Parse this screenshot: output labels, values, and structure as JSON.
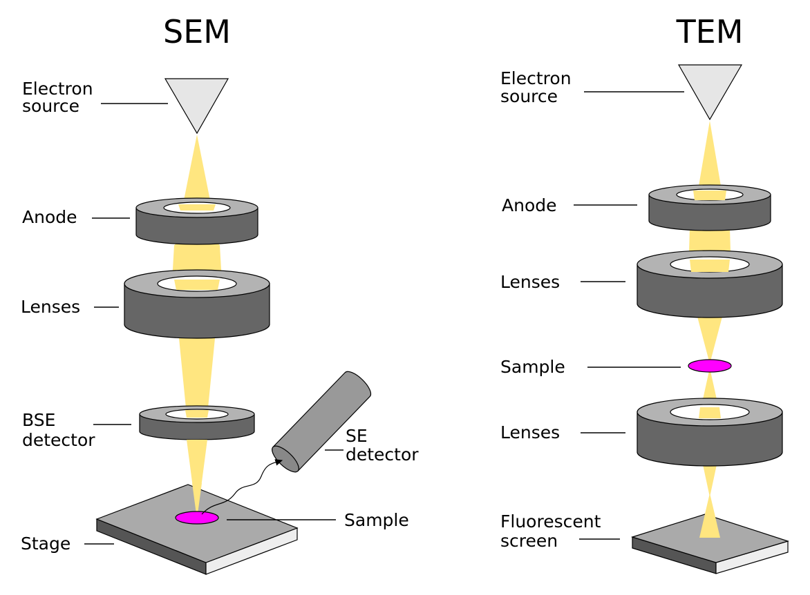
{
  "sem": {
    "title": "SEM",
    "electron_source": [
      "Electron",
      "source"
    ],
    "anode": "Anode",
    "lenses": "Lenses",
    "bse_detector": [
      "BSE",
      "detector"
    ],
    "stage": "Stage",
    "sample": "Sample",
    "se_detector": [
      "SE",
      "detector"
    ]
  },
  "tem": {
    "title": "TEM",
    "electron_source": [
      "Electron",
      "source"
    ],
    "anode": "Anode",
    "lenses_upper": "Lenses",
    "sample": "Sample",
    "lenses_lower": "Lenses",
    "screen": [
      "Fluorescent",
      "screen"
    ]
  },
  "colors": {
    "beam": "#ffe680",
    "sample": "#ff00ff",
    "lens_top": "#b3b3b3",
    "lens_side": "#666666",
    "source": "#e6e6e6",
    "se_detector": "#999999"
  }
}
